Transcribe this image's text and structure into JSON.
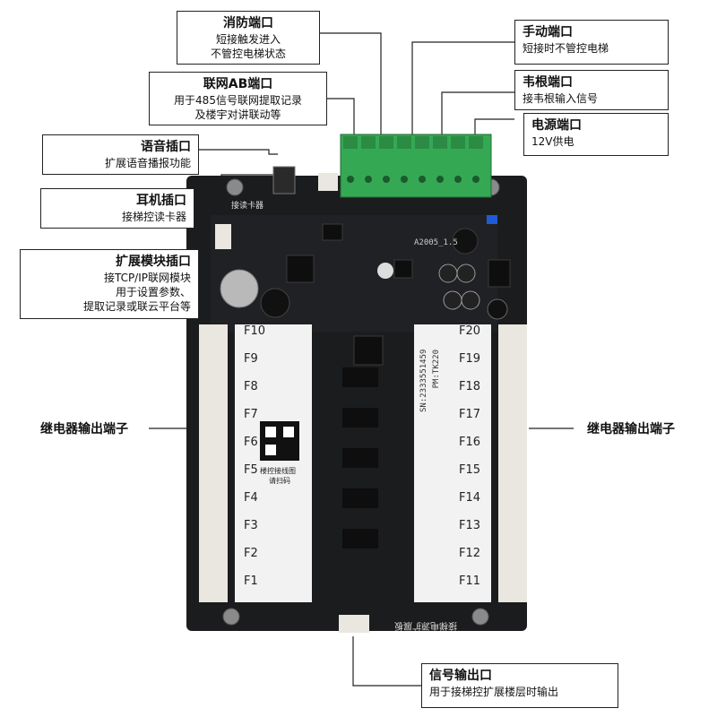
{
  "callouts": {
    "fire": {
      "title": "消防端口",
      "line1": "短接触发进入",
      "line2": "不管控电梯状态"
    },
    "network": {
      "title": "联网AB端口",
      "line1": "用于485信号联网提取记录",
      "line2": "及楼宇对讲联动等"
    },
    "voice": {
      "title": "语音插口",
      "line1": "扩展语音播报功能"
    },
    "earphone": {
      "title": "耳机插口",
      "line1": "接梯控读卡器"
    },
    "expansion": {
      "title": "扩展模块插口",
      "line1": "接TCP/IP联网模块",
      "line2": "用于设置参数、",
      "line3": "提取记录或联云平台等"
    },
    "manual": {
      "title": "手动端口",
      "line1": "短接时不管控电梯"
    },
    "wiegand": {
      "title": "韦根端口",
      "line1": "接韦根输入信号"
    },
    "power": {
      "title": "电源端口",
      "line1": "12V供电"
    },
    "signal_out": {
      "title": "信号输出口",
      "line1": "用于接梯控扩展楼层时输出"
    }
  },
  "side_labels": {
    "left": "继电器输出端子",
    "right": "继电器输出端子"
  },
  "board": {
    "model": "A2005_1.5",
    "sn": "SN:2333551459",
    "pm": "PM:TK220",
    "qr_caption_1": "楼控接线图",
    "qr_caption_2": "请扫码",
    "bottom_label": "接梯电源扩展板",
    "card_reader_label": "接读卡器",
    "left_relays": [
      "F10",
      "F9",
      "F8",
      "F7",
      "F6",
      "F5",
      "F4",
      "F3",
      "F2",
      "F1"
    ],
    "right_relays": [
      "F20",
      "F19",
      "F18",
      "F17",
      "F16",
      "F15",
      "F14",
      "F13",
      "F12",
      "F11"
    ]
  },
  "colors": {
    "board": "#1b1c1e",
    "terminal": "#35a853",
    "relay_white": "#f2f2f2",
    "connector": "#e9e7e0"
  }
}
